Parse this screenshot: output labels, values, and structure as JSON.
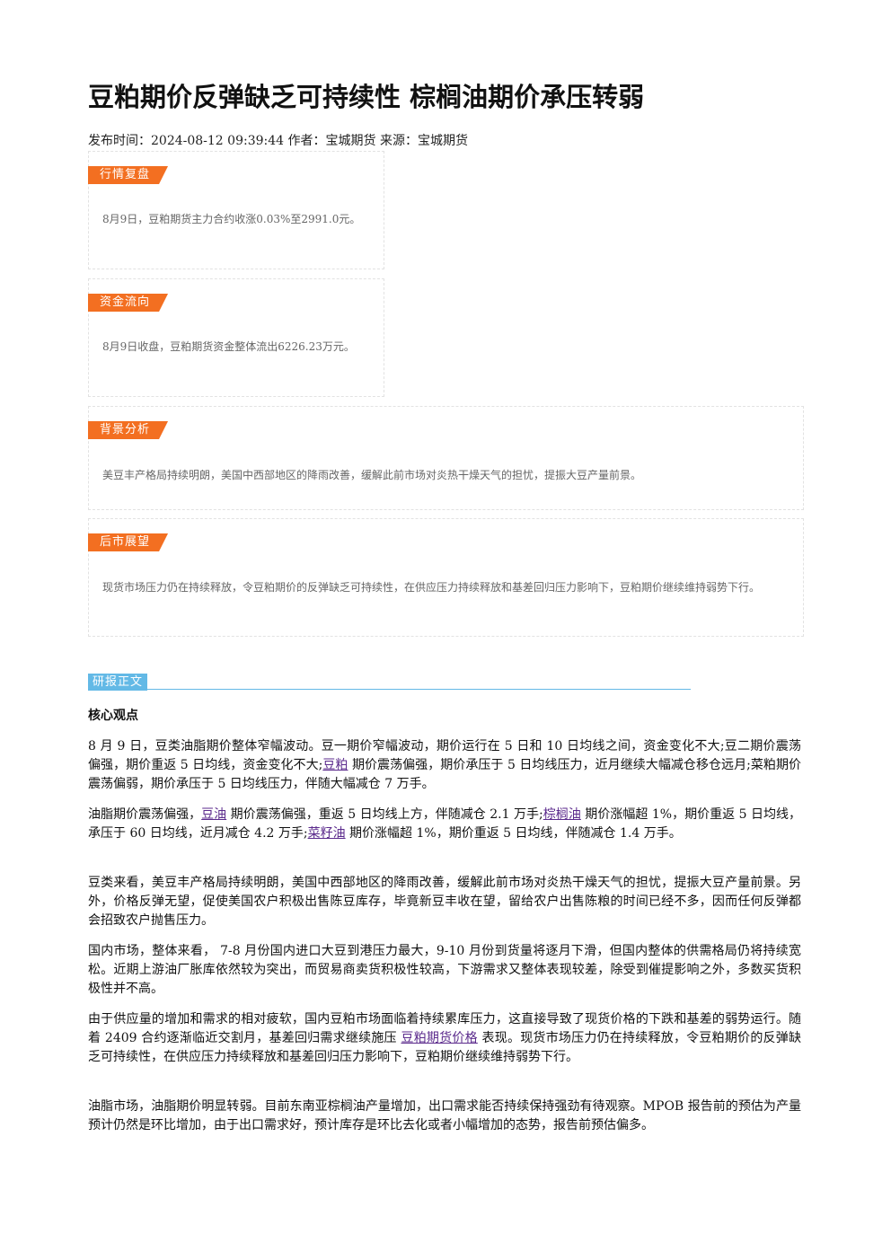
{
  "article": {
    "title": "豆粕期价反弹缺乏可持续性 棕榈油期价承压转弱",
    "meta": "发布时间：2024-08-12 09:39:44 作者：宝城期货 来源：宝城期货"
  },
  "sections": [
    {
      "tag": "行情复盘",
      "text": "8月9日，豆粕期货主力合约收涨0.03%至2991.0元。"
    },
    {
      "tag": "资金流向",
      "text": "8月9日收盘，豆粕期货资金整体流出6226.23万元。"
    },
    {
      "tag": "背景分析",
      "text": "美豆丰产格局持续明朗，美国中西部地区的降雨改善，缓解此前市场对炎热干燥天气的担忧，提振大豆产量前景。"
    },
    {
      "tag": "后市展望",
      "text": "现货市场压力仍在持续释放，令豆粕期价的反弹缺乏可持续性，在供应压力持续释放和基差回归压力影响下，豆粕期价继续维持弱势下行。"
    }
  ],
  "report": {
    "tag": "研报正文",
    "core_heading": "核心观点",
    "p1": {
      "a": "8 月 9 日，豆类油脂期价整体窄幅波动。豆一期价窄幅波动，期价运行在 5 日和 10 日均线之间，资金变化不大;豆二期价震荡偏强，期价重返 5 日均线，资金变化不大;",
      "link": "豆粕",
      "b": " 期价震荡偏强，期价承压于 5 日均线压力，近月继续大幅减仓移仓远月;菜粕期价震荡偏弱，期价承压于 5 日均线压力，伴随大幅减仓 7 万手。"
    },
    "p2": {
      "a": "油脂期价震荡偏强，",
      "link1": "豆油",
      "b": " 期价震荡偏强，重返 5 日均线上方，伴随减仓 2.1 万手;",
      "link2": "棕榈油",
      "c": " 期价涨幅超 1%，期价重返 5 日均线，承压于 60 日均线，近月减仓 4.2 万手;",
      "link3": "菜籽油",
      "d": " 期价涨幅超 1%，期价重返 5 日均线，伴随减仓 1.4 万手。"
    },
    "p3": "豆类来看，美豆丰产格局持续明朗，美国中西部地区的降雨改善，缓解此前市场对炎热干燥天气的担忧，提振大豆产量前景。另外，价格反弹无望，促使美国农户积极出售陈豆库存，毕竟新豆丰收在望，留给农户出售陈粮的时间已经不多，因而任何反弹都会招致农户抛售压力。",
    "p4": "国内市场，整体来看， 7-8 月份国内进口大豆到港压力最大，9-10 月份到货量将逐月下滑，但国内整体的供需格局仍将持续宽松。近期上游油厂胀库依然较为突出，而贸易商卖货积极性较高，下游需求又整体表现较差，除受到催提影响之外，多数买货积极性并不高。",
    "p5": {
      "a": "由于供应量的增加和需求的相对疲软，国内豆粕市场面临着持续累库压力，这直接导致了现货价格的下跌和基差的弱势运行。随着 2409 合约逐渐临近交割月，基差回归需求继续施压 ",
      "link": "豆粕期货价格",
      "b": " 表现。现货市场压力仍在持续释放，令豆粕期价的反弹缺乏可持续性，在供应压力持续释放和基差回归压力影响下，豆粕期价继续维持弱势下行。"
    },
    "p6": "油脂市场，油脂期价明显转弱。目前东南亚棕榈油产量增加，出口需求能否持续保持强劲有待观察。MPOB 报告前的预估为产量预计仍然是环比增加，由于出口需求好，预计库存是环比去化或者小幅增加的态势，报告前预估偏多。"
  }
}
